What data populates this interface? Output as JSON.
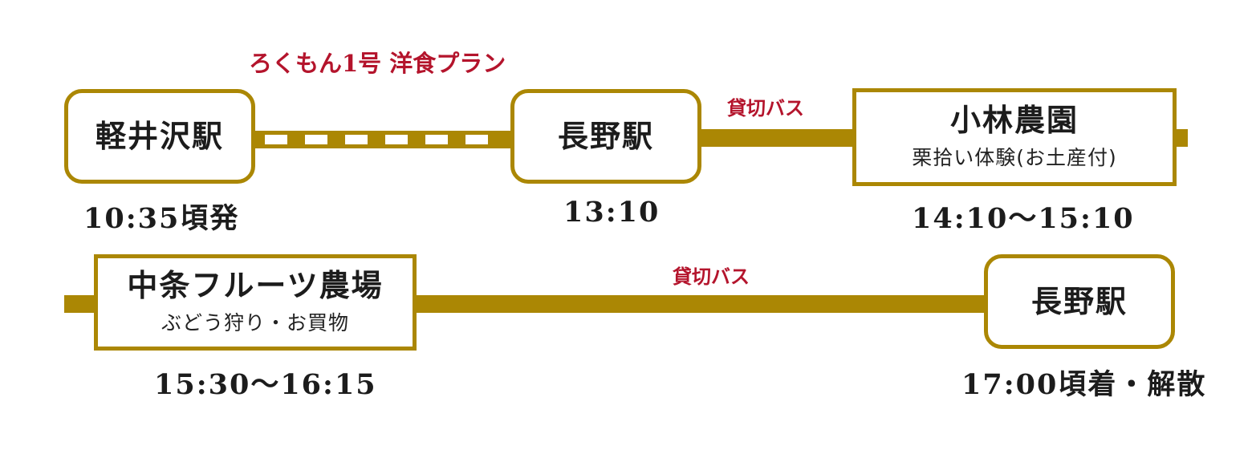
{
  "train": {
    "label": "ろくもん1号 洋食プラン",
    "color": "#b4142c"
  },
  "bus_label_1": "貸切バス",
  "bus_label_2": "貸切バス",
  "line_color": "#ab8704",
  "row1": {
    "stations": [
      {
        "name": "軽井沢駅",
        "time": "10:35頃発"
      },
      {
        "name": "長野駅",
        "time": "13:10"
      },
      {
        "name": "小林農園",
        "sub": "栗拾い体験(お土産付)",
        "time": "14:10〜15:10"
      }
    ]
  },
  "row2": {
    "stations": [
      {
        "name": "中条フルーツ農場",
        "sub": "ぶどう狩り・お買物",
        "time": "15:30〜16:15"
      },
      {
        "name": "長野駅",
        "time": "17:00頃着・解散"
      }
    ]
  }
}
